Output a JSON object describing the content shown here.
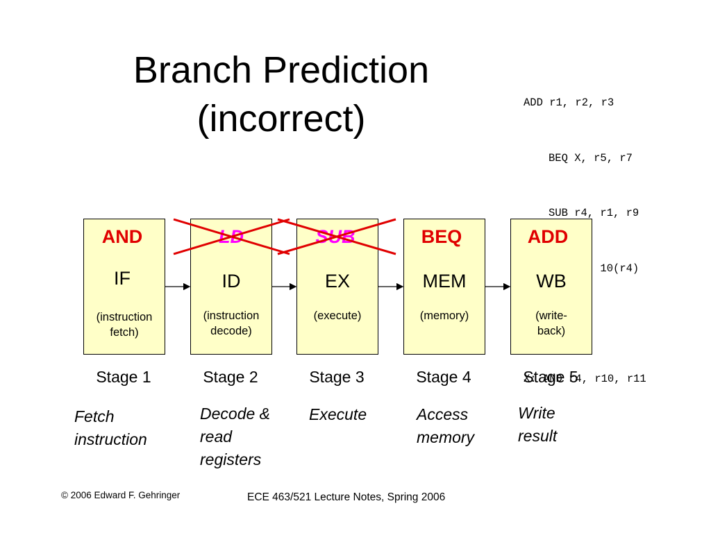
{
  "title": {
    "line1": "Branch Prediction",
    "line2": "(incorrect)"
  },
  "code": [
    "ADD r1, r2, r3",
    "BEQ X, r5, r7",
    "SUB r4, r1, r9",
    "LD  r4, 10(r4)",
    "……",
    "X: AND r4, r10, r11"
  ],
  "stages": [
    {
      "instruction": "AND",
      "instruction_color": "#e00000",
      "crossed": false,
      "abbr": "IF",
      "desc1": "(instruction",
      "desc2": "fetch)",
      "label": "Stage 1",
      "action1": "Fetch",
      "action2": "instruction",
      "action3": ""
    },
    {
      "instruction": "LD",
      "instruction_color": "#ff00ff",
      "crossed": true,
      "abbr": "ID",
      "desc1": "(instruction",
      "desc2": "decode)",
      "label": "Stage 2",
      "action1": "Decode &",
      "action2": "read",
      "action3": "registers"
    },
    {
      "instruction": "SUB",
      "instruction_color": "#ff00ff",
      "crossed": true,
      "abbr": "EX",
      "desc1": "(execute)",
      "desc2": "",
      "label": "Stage 3",
      "action1": "Execute",
      "action2": "",
      "action3": ""
    },
    {
      "instruction": "BEQ",
      "instruction_color": "#e00000",
      "crossed": false,
      "abbr": "MEM",
      "desc1": "(memory)",
      "desc2": "",
      "label": "Stage 4",
      "action1": "Access",
      "action2": "memory",
      "action3": ""
    },
    {
      "instruction": "ADD",
      "instruction_color": "#e00000",
      "crossed": false,
      "abbr": "WB",
      "desc1": "(write-",
      "desc2": "back)",
      "label": "Stage 5",
      "action1": "Write",
      "action2": "result",
      "action3": ""
    }
  ],
  "footer": {
    "copyright": "© 2006 Edward F. Gehringer",
    "course": "ECE 463/521 Lecture Notes, Spring 2006"
  },
  "colors": {
    "box_fill": "#ffffc8",
    "cross_line": "#e00000"
  }
}
